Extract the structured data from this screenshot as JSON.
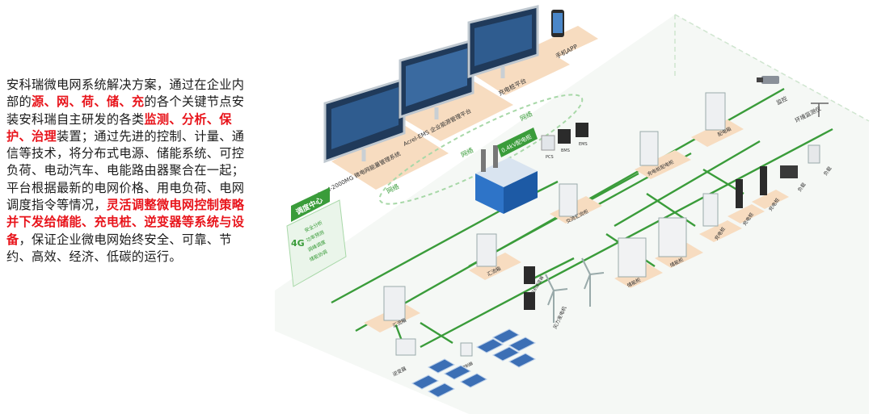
{
  "description": {
    "segments": [
      {
        "text": "安科瑞微电网系统解决方案，通过在企业内部的",
        "hl": false
      },
      {
        "text": "源、网、荷、储、充",
        "hl": true
      },
      {
        "text": "的各个关键节点安装安科瑞自主研发的各类",
        "hl": false
      },
      {
        "text": "监测、分析、保护、治理",
        "hl": true
      },
      {
        "text": "装置；通过先进的控制、计量、通信等技术，将分布式电源、储能系统、可控负荷、电动汽车、电能路由器聚合在一起；平台根据最新的电网价格、用电负荷、电网调度指令等情况，",
        "hl": false
      },
      {
        "text": "灵活调整微电网控制策略并下发给储能、充电桩、逆变器等系统与设备",
        "hl": true
      },
      {
        "text": "，保证企业微电网始终安全、可靠、节约、高效、经济、低碳的运行。",
        "hl": false
      }
    ]
  },
  "diagram": {
    "platforms": [
      {
        "id": "monitor-1",
        "label": "Acrel-2000MG 微电网能量管理系统"
      },
      {
        "id": "monitor-2",
        "label": "Acrel-EMS 企业能源管理平台"
      },
      {
        "id": "monitor-3",
        "label": "充电桩平台"
      },
      {
        "id": "phone",
        "label": "手机APP"
      }
    ],
    "dispatch": {
      "label": "调度中心",
      "network": "4G",
      "functions": [
        "安全分析",
        "功率预测",
        "调峰调度",
        "储能协调"
      ]
    },
    "link_labels": [
      "网络",
      "网络",
      "网络"
    ],
    "nodes": [
      {
        "id": "ac-bus",
        "label": "0.4kV配电柜"
      },
      {
        "id": "pcs",
        "label": "PCS"
      },
      {
        "id": "bms",
        "label": "BMS"
      },
      {
        "id": "ems",
        "label": "EMS"
      },
      {
        "id": "ac-combiner",
        "label": "交流汇流柜"
      },
      {
        "id": "ev-cabinet",
        "label": "充电桩配电柜"
      },
      {
        "id": "pv-combiner-1",
        "label": "汇流箱"
      },
      {
        "id": "pv-combiner-2",
        "label": "汇流箱"
      },
      {
        "id": "inverter",
        "label": "逆变器"
      },
      {
        "id": "controller",
        "label": "控制器"
      },
      {
        "id": "wind-inverter",
        "label": "风机逆变器"
      },
      {
        "id": "wind-turbine",
        "label": "风力发电机"
      },
      {
        "id": "storage-1",
        "label": "储能柜"
      },
      {
        "id": "storage-2",
        "label": "储能柜"
      },
      {
        "id": "charger-1",
        "label": "充电桩"
      },
      {
        "id": "charger-2",
        "label": "充电桩"
      },
      {
        "id": "charger-3",
        "label": "充电桩"
      },
      {
        "id": "distribution",
        "label": "配电箱"
      },
      {
        "id": "load-1",
        "label": "负载"
      },
      {
        "id": "load-2",
        "label": "负载"
      },
      {
        "id": "camera",
        "label": "监控"
      },
      {
        "id": "env-monitor",
        "label": "环境监测仪"
      }
    ],
    "colors": {
      "bus": "#3a9c3a",
      "pad": "#f7dcc0",
      "accent": "#5bb25b",
      "floor": "#f4f7f4"
    }
  }
}
